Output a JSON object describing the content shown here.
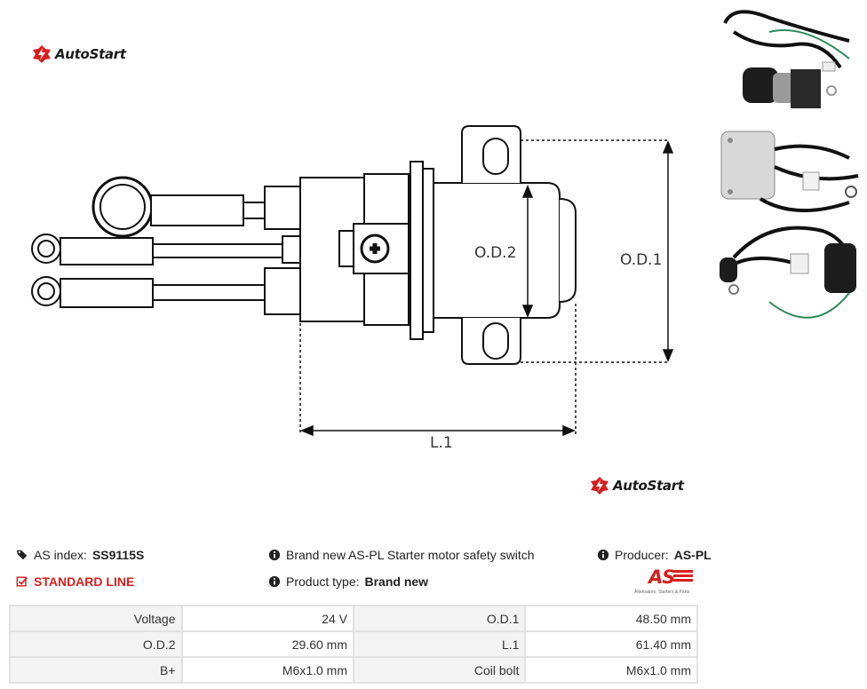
{
  "brand": {
    "name": "AutoStart"
  },
  "drawing": {
    "dims": {
      "od1": "O.D.1",
      "od2": "O.D.2",
      "l1": "L.1"
    }
  },
  "photos": [
    {
      "icon": "solenoid-photo-top"
    },
    {
      "icon": "solenoid-photo-front"
    },
    {
      "icon": "solenoid-photo-side"
    }
  ],
  "info": {
    "as_index_label": "AS index:",
    "as_index_value": "SS9115S",
    "description": "Brand new AS-PL Starter motor safety switch",
    "producer_label": "Producer:",
    "producer_value": "AS-PL",
    "line_label": "STANDARD LINE",
    "type_label": "Product type:",
    "type_value": "Brand new"
  },
  "as_brand": {
    "logo": "AS",
    "tagline": "Alternators, Starters & Parts"
  },
  "specs": [
    [
      {
        "k": "Voltage",
        "v": "24 V"
      },
      {
        "k": "O.D.1",
        "v": "48.50 mm"
      }
    ],
    [
      {
        "k": "O.D.2",
        "v": "29.60 mm"
      },
      {
        "k": "L.1",
        "v": "61.40 mm"
      }
    ],
    [
      {
        "k": "B+",
        "v": "M6x1.0 mm"
      },
      {
        "k": "Coil bolt",
        "v": "M6x1.0 mm"
      }
    ]
  ],
  "colors": {
    "accent": "#d81e1e",
    "table_key_bg": "#f3f3f3",
    "table_border": "#e2e2e2"
  }
}
